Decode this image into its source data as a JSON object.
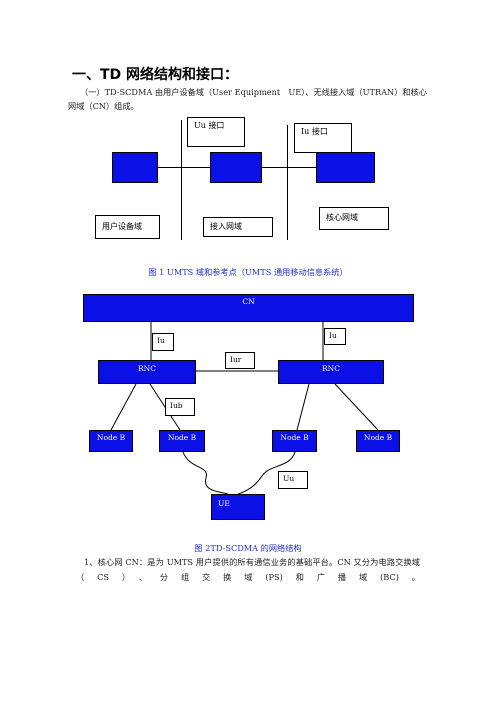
{
  "heading": "一、TD 网络结构和接口：",
  "intro": "（一）TD-SCDMA 由用户设备域（User Equipment　UE）、无线接入域（UTRAN）和核心网域（CN）组成。",
  "fig1": {
    "uu_label": "Uu 接口",
    "iu_label": "Iu 接口",
    "domain_ue": "用户设备域",
    "domain_access": "接入网域",
    "domain_core": "核心网域",
    "caption": "图 1 UMTS 域和参考点（UMTS 通用移动信息系统）"
  },
  "fig2": {
    "cn": "CN",
    "iu_left": "Iu",
    "iu_right": "Iu",
    "iur": "Iur",
    "rnc_left": "RNC",
    "rnc_right": "RNC",
    "iub": "Iub",
    "nodeb_1": "Node B",
    "nodeb_2": "Node B",
    "nodeb_3": "Node B",
    "nodeb_4": "Node B",
    "uu": "Uu",
    "ue": "UE",
    "caption": "图 2TD-SCDMA 的网络结构"
  },
  "para1": "1、核心网 CN：是为 UMTS 用户提供的所有通信业务的基础平台。CN 又分为电路交换域（CS）、分组交换域(PS)和广播域(BC)。",
  "colors": {
    "node_fill": "#0a10e6",
    "caption": "#2030c8"
  }
}
